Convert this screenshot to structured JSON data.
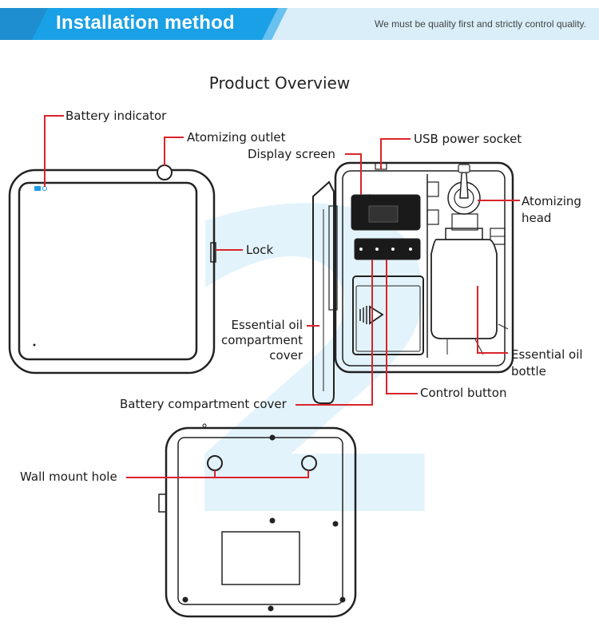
{
  "header": {
    "title": "Installation method",
    "tagline": "We must be quality first and strictly control quality."
  },
  "diagram": {
    "title": "Product Overview",
    "watermark": "2",
    "labels": {
      "battery_indicator": "Battery indicator",
      "atomizing_outlet": "Atomizing outlet",
      "display_screen": "Display screen",
      "usb_power_socket": "USB power socket",
      "atomizing_head_1": "Atomizing",
      "atomizing_head_2": "head",
      "lock": "Lock",
      "essential_oil_cover_1": "Essential oil",
      "essential_oil_cover_2": "compartment",
      "essential_oil_cover_3": "cover",
      "essential_oil_bottle_1": "Essential oil",
      "essential_oil_bottle_2": "bottle",
      "battery_compartment_cover": "Battery compartment cover",
      "control_button": "Control button",
      "wall_mount_hole": "Wall mount hole"
    },
    "colors": {
      "leader_line": "#d9242b",
      "banner_blue": "#1aa0e6",
      "banner_light": "#d9eef9",
      "watermark": "#e3f3fb"
    }
  }
}
